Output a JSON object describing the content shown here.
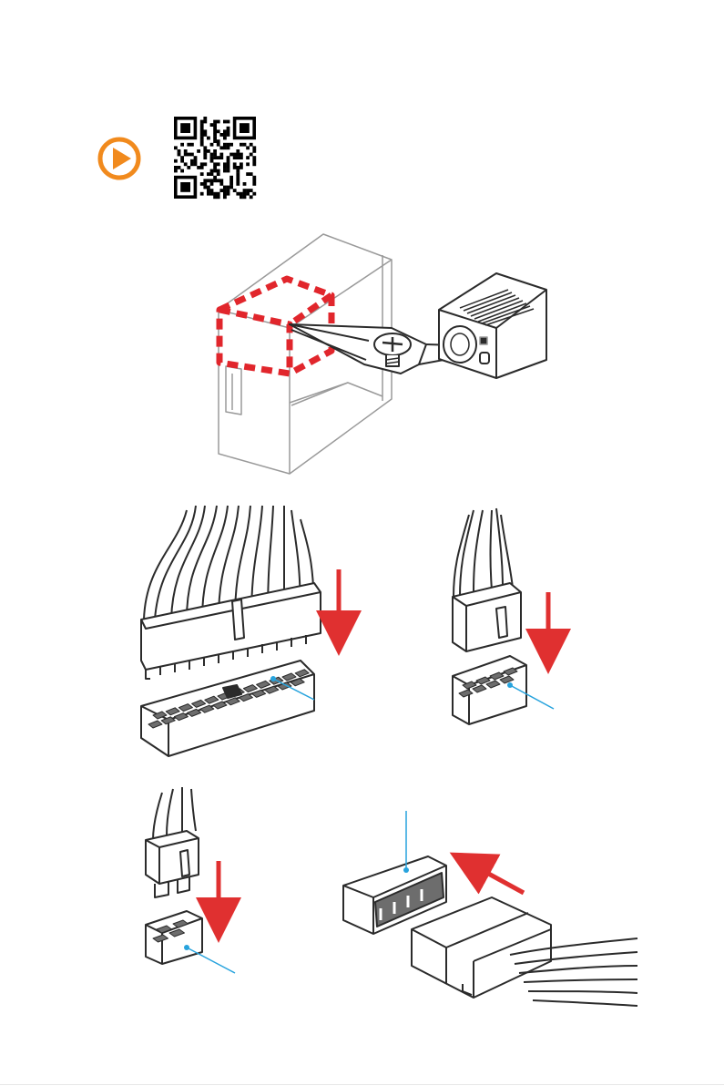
{
  "colors": {
    "accent_orange": "#f18a1d",
    "highlight_red": "#e1262c",
    "arrow_red": "#e03030",
    "callout_blue": "#27a3dd",
    "outline_gray": "#9a9a9a",
    "line_dark": "#2b2b2b"
  },
  "icons": {
    "play": "play-circle-icon",
    "qr": "qr-code-icon"
  },
  "figures": [
    "pc-case-psu-install",
    "atx-24-pin-connector",
    "cpu-8-pin-connector",
    "pcie-6-pin-connector",
    "molex-4-pin-connector"
  ]
}
